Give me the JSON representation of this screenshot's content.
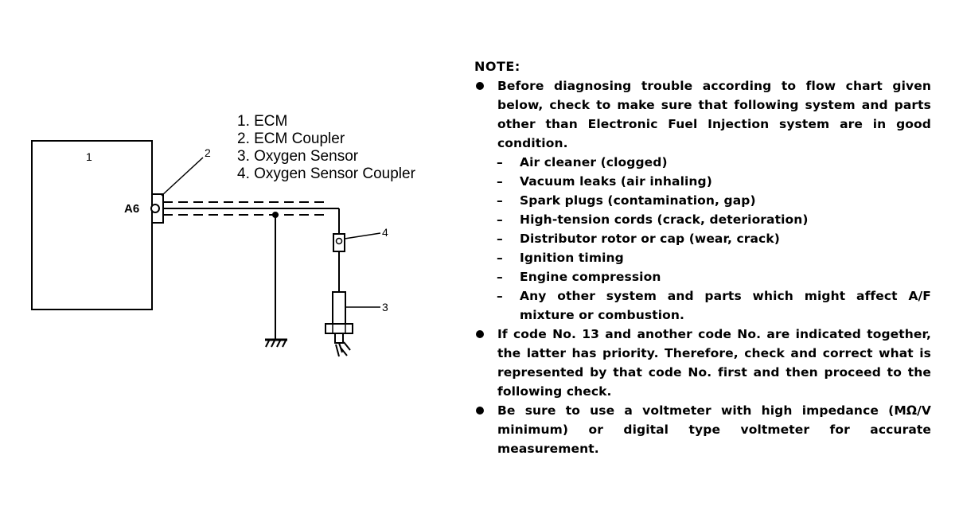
{
  "diagram": {
    "ecm_number": "1",
    "coupler_number": "2",
    "terminal_label": "A6",
    "sensor_coupler_number": "4",
    "sensor_number": "3"
  },
  "legend": [
    "1. ECM",
    "2. ECM Coupler",
    "3. Oxygen Sensor",
    "4. Oxygen Sensor Coupler"
  ],
  "note": {
    "title": "NOTE:",
    "bullets": [
      {
        "text": "Before diagnosing trouble according to flow chart given below, check to make sure that following system and parts other than Electronic Fuel Injection system are in good condition.",
        "items": [
          "Air cleaner (clogged)",
          "Vacuum leaks (air inhaling)",
          "Spark plugs (contamination, gap)",
          "High-tension cords (crack, deterioration)",
          "Distributor rotor or cap (wear, crack)",
          "Ignition timing",
          "Engine compression",
          "Any other system and parts which might affect A/F mixture or combustion."
        ]
      },
      {
        "text": "If code No. 13 and another code No. are indicated together, the latter has priority. Therefore, check and correct what is represented by that code No. first and then proceed to the following check.",
        "items": []
      },
      {
        "text": "Be sure to use a voltmeter with high impedance (MΩ/V minimum) or digital type voltmeter for accurate measurement.",
        "items": []
      }
    ],
    "dash": "–"
  }
}
